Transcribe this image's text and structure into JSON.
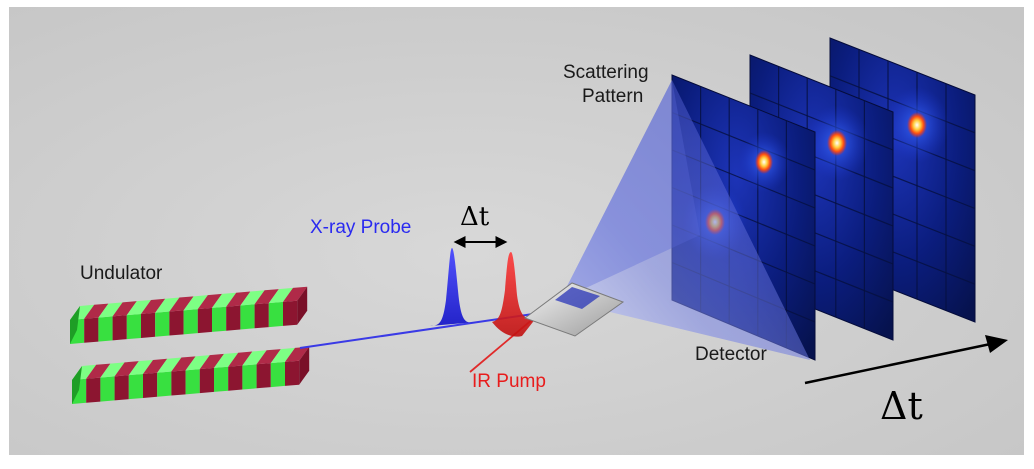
{
  "labels": {
    "undulator": "Undulator",
    "xray_probe": "X-ray Probe",
    "ir_pump": "IR Pump",
    "delay_small": "Δt",
    "scattering_line1": "Scattering",
    "scattering_line2": "Pattern",
    "detector": "Detector",
    "delay_large": "Δt"
  },
  "colors": {
    "background": "#d2d2d2",
    "magnet_green": "#38e040",
    "magnet_red": "#8c1530",
    "xray_blue": "#2a2af0",
    "ir_red": "#f01818",
    "detector_panel": "#0a1a6e",
    "hotspot": "#ffb030"
  },
  "undulator": {
    "segments_per_row": 16,
    "rows": 2
  },
  "detector": {
    "panel_count": 3
  }
}
